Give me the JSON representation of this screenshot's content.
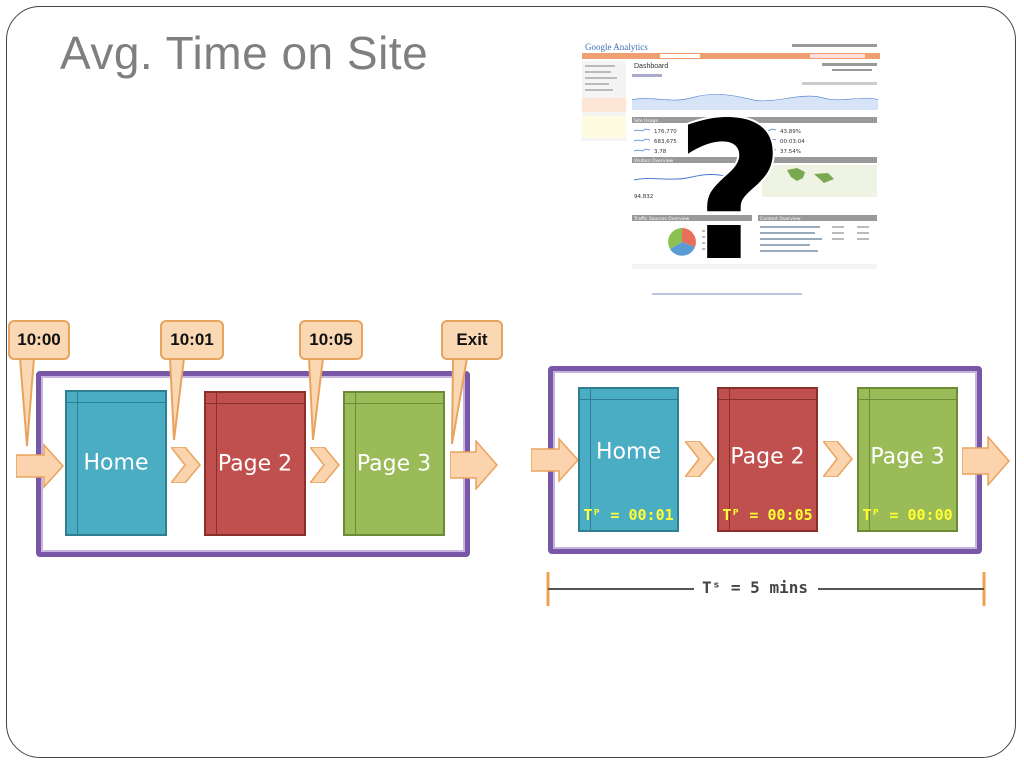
{
  "title": "Avg. Time on Site",
  "screenshot": {
    "logo": "Google Analytics",
    "heading": "Dashboard",
    "sections": [
      "Site Usage",
      "Visitors Overview",
      "Traffic Sources Overview",
      "Content Overview"
    ],
    "stats": [
      "176,770",
      "683,675",
      "3.78",
      "43.89%",
      "00:03:04",
      "37.54%",
      "94,832"
    ],
    "question_mark": "?"
  },
  "left_diagram": {
    "timestamps": [
      "10:00",
      "10:01",
      "10:05",
      "Exit"
    ],
    "pages": [
      "Home",
      "Page 2",
      "Page 3"
    ]
  },
  "right_diagram": {
    "pages": [
      "Home",
      "Page 2",
      "Page 3"
    ],
    "page_times": [
      "Tᴾ = 00:01",
      "Tᴾ = 00:05",
      "Tᴾ = 00:00"
    ],
    "session_time": "Tˢ = 5 mins"
  },
  "colors": {
    "home": "#4badc4",
    "page2": "#c0504d",
    "page3": "#9bbb59",
    "frame": "#7a56a6",
    "arrow": "#fbd3ac",
    "callout": "#fbd8b4",
    "timeline": "#f0a050",
    "tp_text": "#ffff33"
  }
}
